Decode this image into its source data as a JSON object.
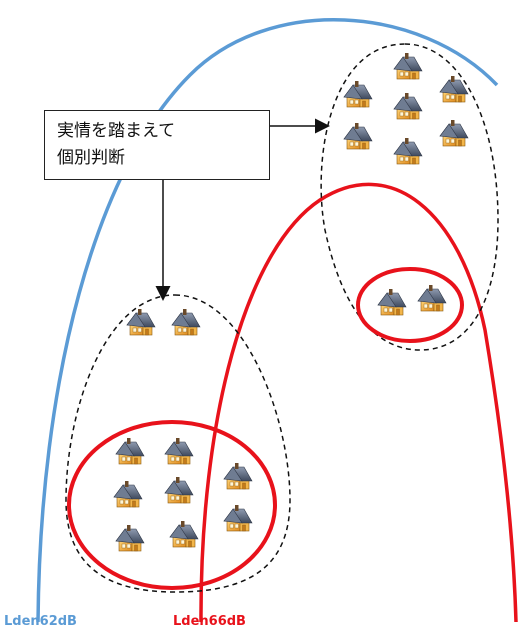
{
  "callout": {
    "line1": "実情を踏まえて",
    "line2": "個別判断"
  },
  "labels": {
    "lden62": "Lden62dB",
    "lden66": "Lden66dB"
  },
  "colors": {
    "lden62": "#5b9bd5",
    "lden66": "#e8121b",
    "dashed_outline": "#111111"
  },
  "icons": {
    "house": "house-icon"
  }
}
